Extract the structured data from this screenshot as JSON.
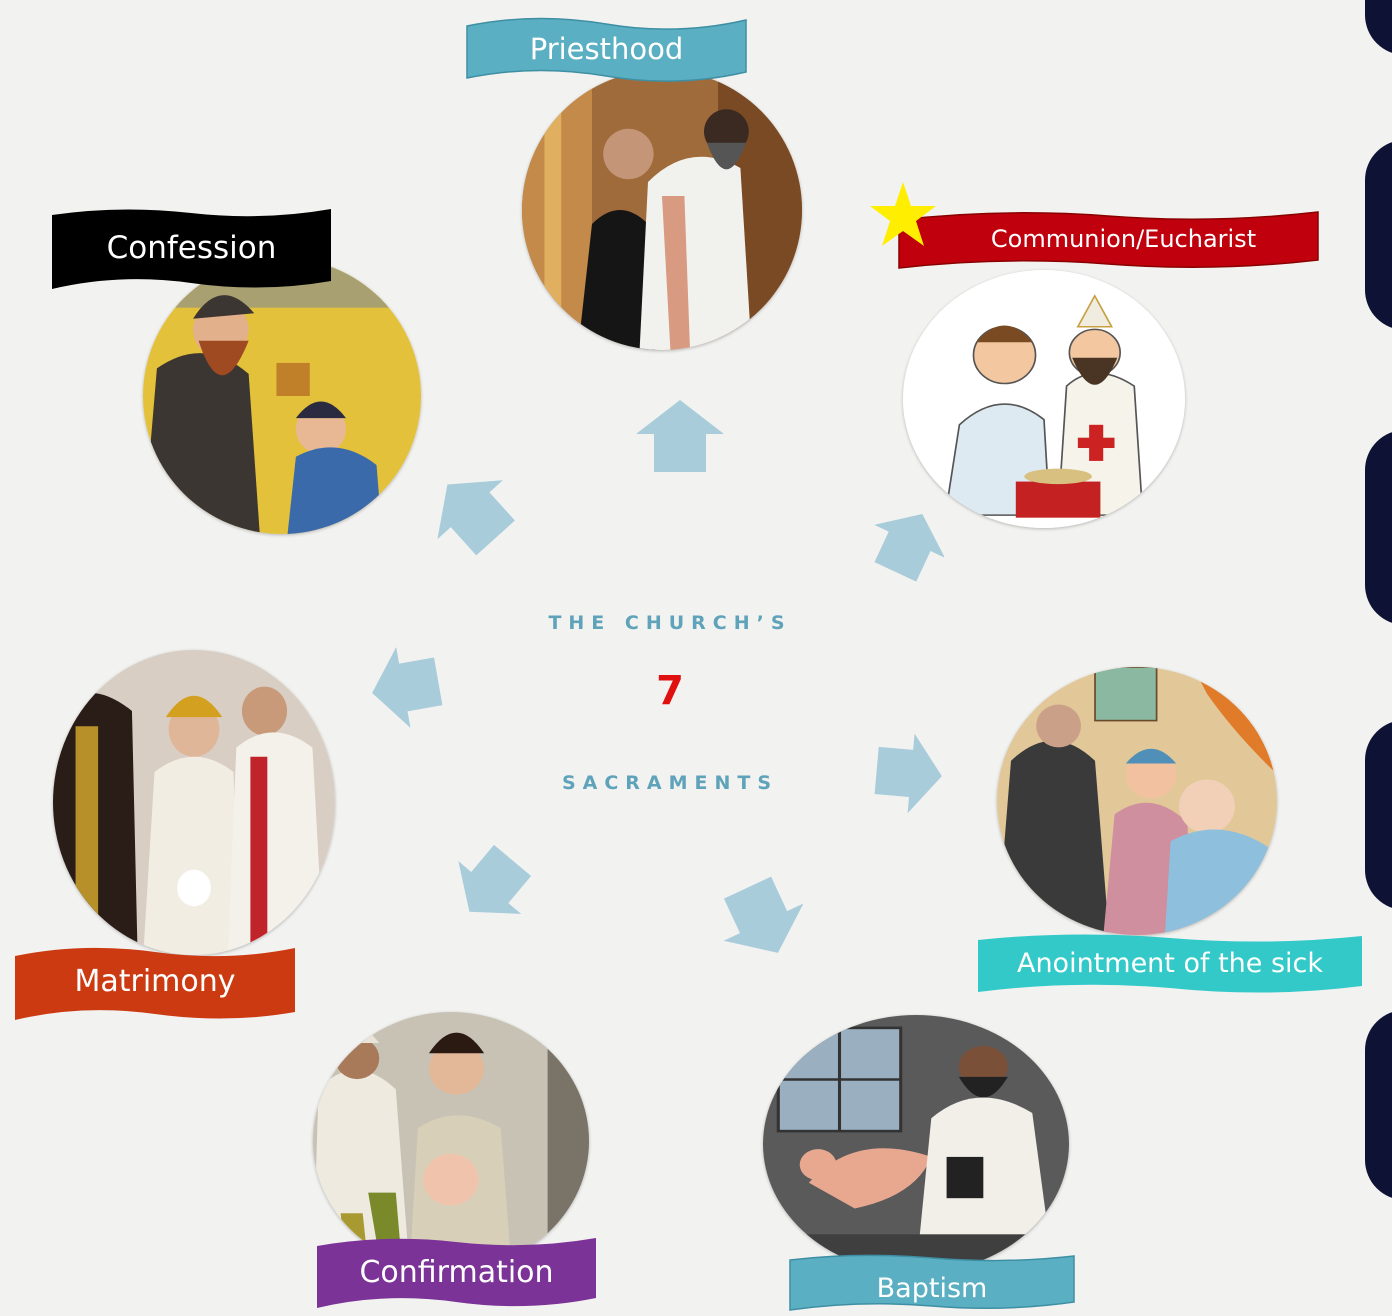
{
  "center": {
    "line1": "THE CHURCH’S",
    "number": "7",
    "line2": "SACRAMENTS"
  },
  "sacraments": [
    {
      "name": "Priesthood",
      "banner_color": "#5bafc2"
    },
    {
      "name": "Communion/Eucharist",
      "banner_color": "#c0000d",
      "highlight": "star-icon"
    },
    {
      "name": "Anointment of the sick",
      "banner_color": "#33c9c9"
    },
    {
      "name": "Baptism",
      "banner_color": "#5bafc2"
    },
    {
      "name": "Confirmation",
      "banner_color": "#7b3397"
    },
    {
      "name": "Matrimony",
      "banner_color": "#cc3a12"
    },
    {
      "name": "Confession",
      "banner_color": "#000000"
    }
  ],
  "colors": {
    "background": "#f2f2f0",
    "arrow": "#a9ccdb",
    "title_text": "#5fa3ba",
    "number": "#e01010",
    "star": "#ffee00",
    "edge_shapes": "#0e1335"
  }
}
